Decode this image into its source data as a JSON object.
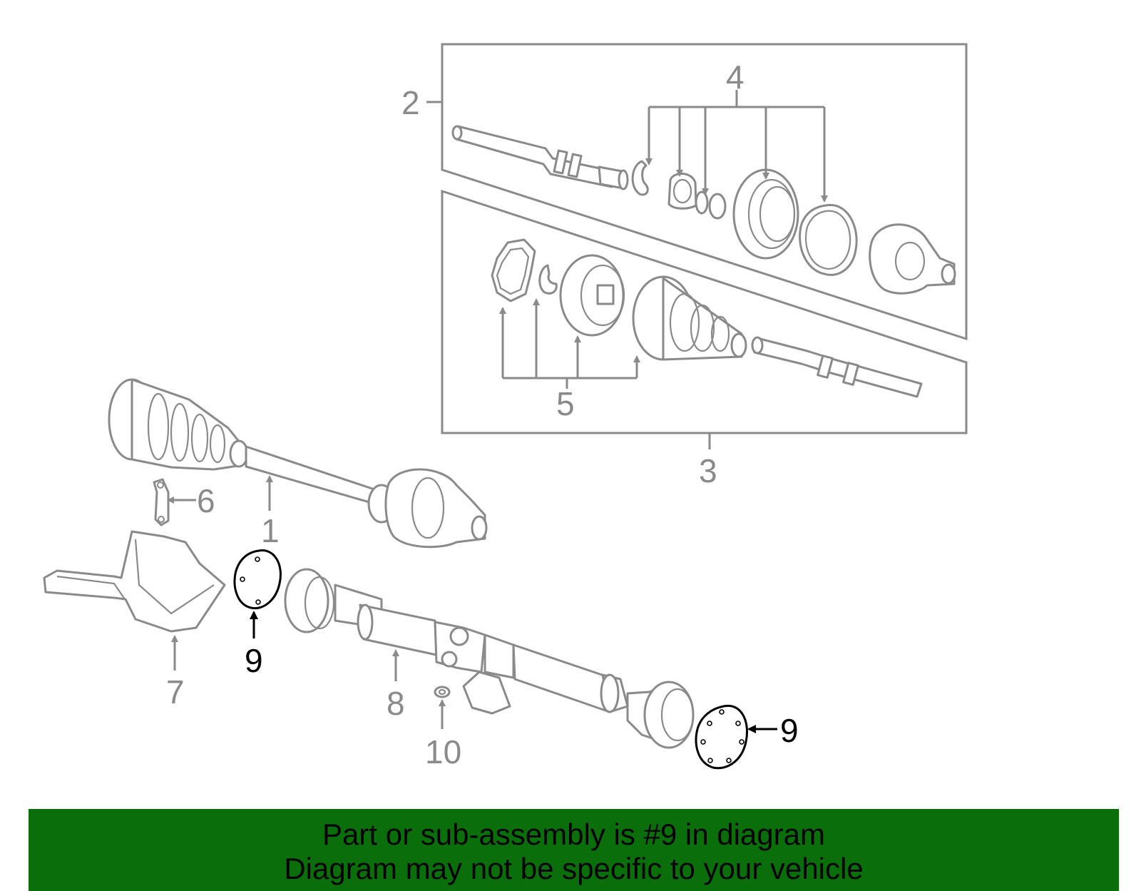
{
  "diagram": {
    "callouts": {
      "c1": "1",
      "c2": "2",
      "c3": "3",
      "c4": "4",
      "c5": "5",
      "c6": "6",
      "c7": "7",
      "c8": "8",
      "c9a": "9",
      "c9b": "9",
      "c10": "10"
    },
    "highlighted_part": "9",
    "colors": {
      "line_art": "#8a8a8a",
      "highlight": "#000000",
      "footer_bg": "#0a6e0a"
    }
  },
  "footer": {
    "line1": "Part or sub-assembly is #9 in diagram",
    "line2": "Diagram may not be specific to your vehicle"
  }
}
